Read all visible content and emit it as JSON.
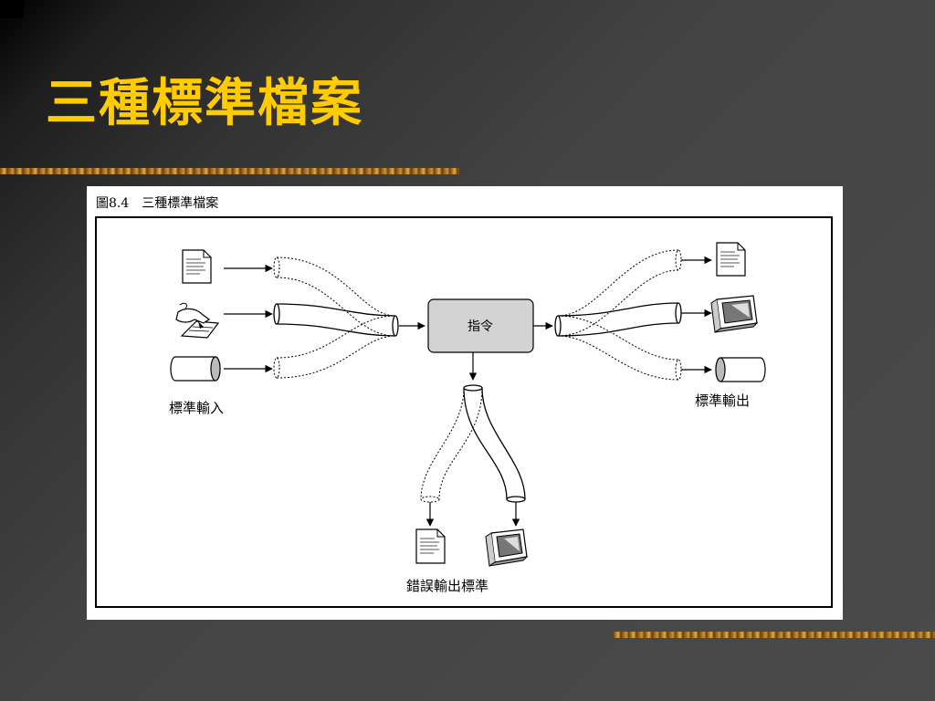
{
  "slide": {
    "title": "三種標準檔案"
  },
  "figure": {
    "caption": "圖8.4　三種標準檔案",
    "command_label": "指令",
    "stdin_label": "標準輸入",
    "stdout_label": "標準輸出",
    "stderr_label": "錯誤輸出標準"
  },
  "colors": {
    "title": "#ffcc00",
    "background": "#444444",
    "command_box": "#d3d3d3"
  },
  "icons": {
    "input": [
      "document-icon",
      "keyboard-hand-icon",
      "cylinder-file-icon"
    ],
    "output": [
      "document-icon",
      "monitor-icon",
      "cylinder-file-icon"
    ],
    "error": [
      "document-icon",
      "monitor-icon"
    ]
  }
}
